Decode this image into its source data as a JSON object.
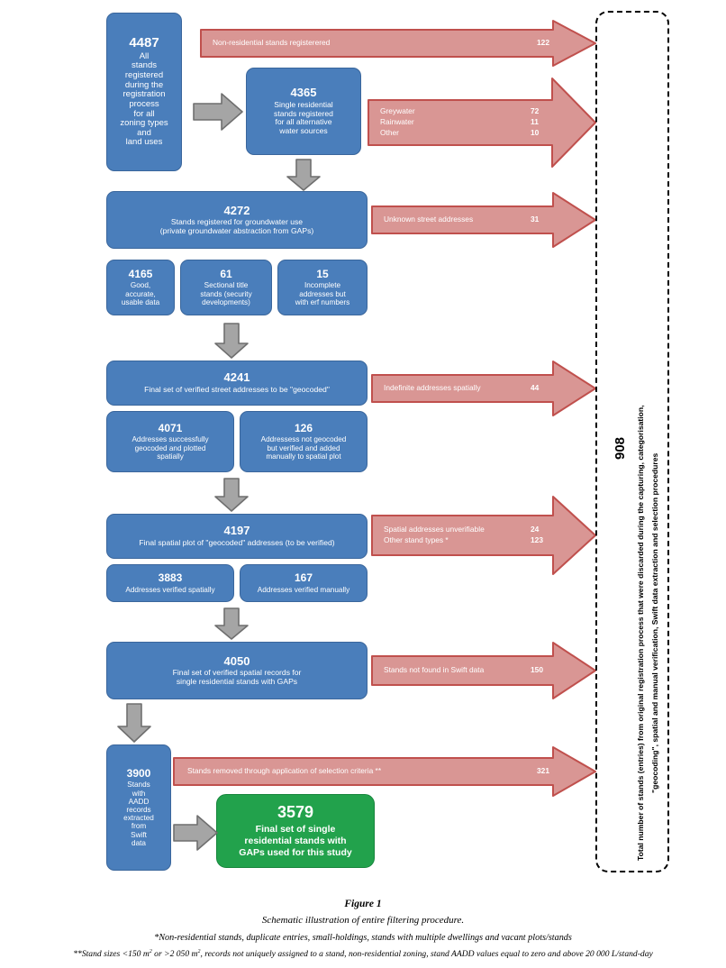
{
  "figure": {
    "title": "Figure 1",
    "subtitle": "Schematic illustration of entire filtering procedure.",
    "footnote1": "*Non-residential stands, duplicate entries, small-holdings, stands with multiple dwellings and vacant plots/stands",
    "footnote2_a": "**Stand sizes <150 m",
    "footnote2_sup1": "2",
    "footnote2_b": " or >2 050 m",
    "footnote2_sup2": "2",
    "footnote2_c": ", records not uniquely assigned to a stand, non-residential zoning, stand AADD values equal to zero and above 20 000 L/stand-day"
  },
  "colors": {
    "blue": "#4a7ebb",
    "blue_border": "#3a669c",
    "green": "#22a24c",
    "green_border": "#17853c",
    "salmon": "#d99694",
    "salmon_border": "#c0504d",
    "grey": "#a5a5a5",
    "grey_border": "#6f6f6f"
  },
  "stages": {
    "s4487": {
      "number": "4487",
      "caption": "All\nstands\nregistered\nduring the\nregistration\nprocess\nfor all\nzoning types\nand\nland uses"
    },
    "s4365": {
      "number": "4365",
      "caption": "Single residential\nstands registered\nfor all alternative\nwater sources"
    },
    "s4272": {
      "number": "4272",
      "caption": "Stands registered for groundwater use\n(private groundwater abstraction from GAPs)"
    },
    "s4165": {
      "number": "4165",
      "caption": "Good,\naccurate,\nusable data"
    },
    "s61": {
      "number": "61",
      "caption": "Sectional title\nstands (security\ndevelopments)"
    },
    "s15": {
      "number": "15",
      "caption": "Incomplete\naddresses but\nwith erf numbers"
    },
    "s4241": {
      "number": "4241",
      "caption": "Final set of verified street addresses to be \"geocoded\""
    },
    "s4071": {
      "number": "4071",
      "caption": "Addresses successfully\ngeocoded and plotted\nspatially"
    },
    "s126": {
      "number": "126",
      "caption": "Addressess not geocoded\nbut verified and added\nmanually to spatial plot"
    },
    "s4197": {
      "number": "4197",
      "caption": "Final spatial plot of \"geocoded\" addresses (to be verified)"
    },
    "s3883": {
      "number": "3883",
      "caption": "Addresses verified spatially"
    },
    "s167": {
      "number": "167",
      "caption": "Addresses verified manually"
    },
    "s4050": {
      "number": "4050",
      "caption": "Final set of verified spatial records for\nsingle residential stands with GAPs"
    },
    "s3900": {
      "number": "3900",
      "caption": "Stands\nwith\nAADD\nrecords\nextracted\nfrom\nSwift\ndata"
    },
    "s3579": {
      "number": "3579",
      "caption": "Final set of single\nresidential stands with\nGAPs used for this study"
    }
  },
  "exclusions": [
    {
      "id": "ex1",
      "rows": [
        {
          "label": "Non-residential stands registerered",
          "value": "122"
        }
      ]
    },
    {
      "id": "ex2",
      "rows": [
        {
          "label": "Greywater",
          "value": "72"
        },
        {
          "label": "Rainwater",
          "value": "11"
        },
        {
          "label": "Other",
          "value": "10"
        }
      ]
    },
    {
      "id": "ex3",
      "rows": [
        {
          "label": "Unknown street addresses",
          "value": "31"
        }
      ]
    },
    {
      "id": "ex4",
      "rows": [
        {
          "label": "Indefinite addresses spatially",
          "value": "44"
        }
      ]
    },
    {
      "id": "ex5",
      "rows": [
        {
          "label": "Spatial addresses unverifiable",
          "value": "24"
        },
        {
          "label": "Other stand types *",
          "value": "123"
        }
      ]
    },
    {
      "id": "ex6",
      "rows": [
        {
          "label": "Stands not found in Swift data",
          "value": "150"
        }
      ]
    },
    {
      "id": "ex7",
      "rows": [
        {
          "label": "Stands removed through application of selection criteria **",
          "value": "321"
        }
      ]
    }
  ],
  "summary": {
    "total": "908",
    "text_line1": "Total number of stands (entries) from original registration process that were discarded during the capturing, categorisation,",
    "text_line2": "\"geocoding\", spatial and manual verification, Swift data extraction and selection procedures"
  }
}
